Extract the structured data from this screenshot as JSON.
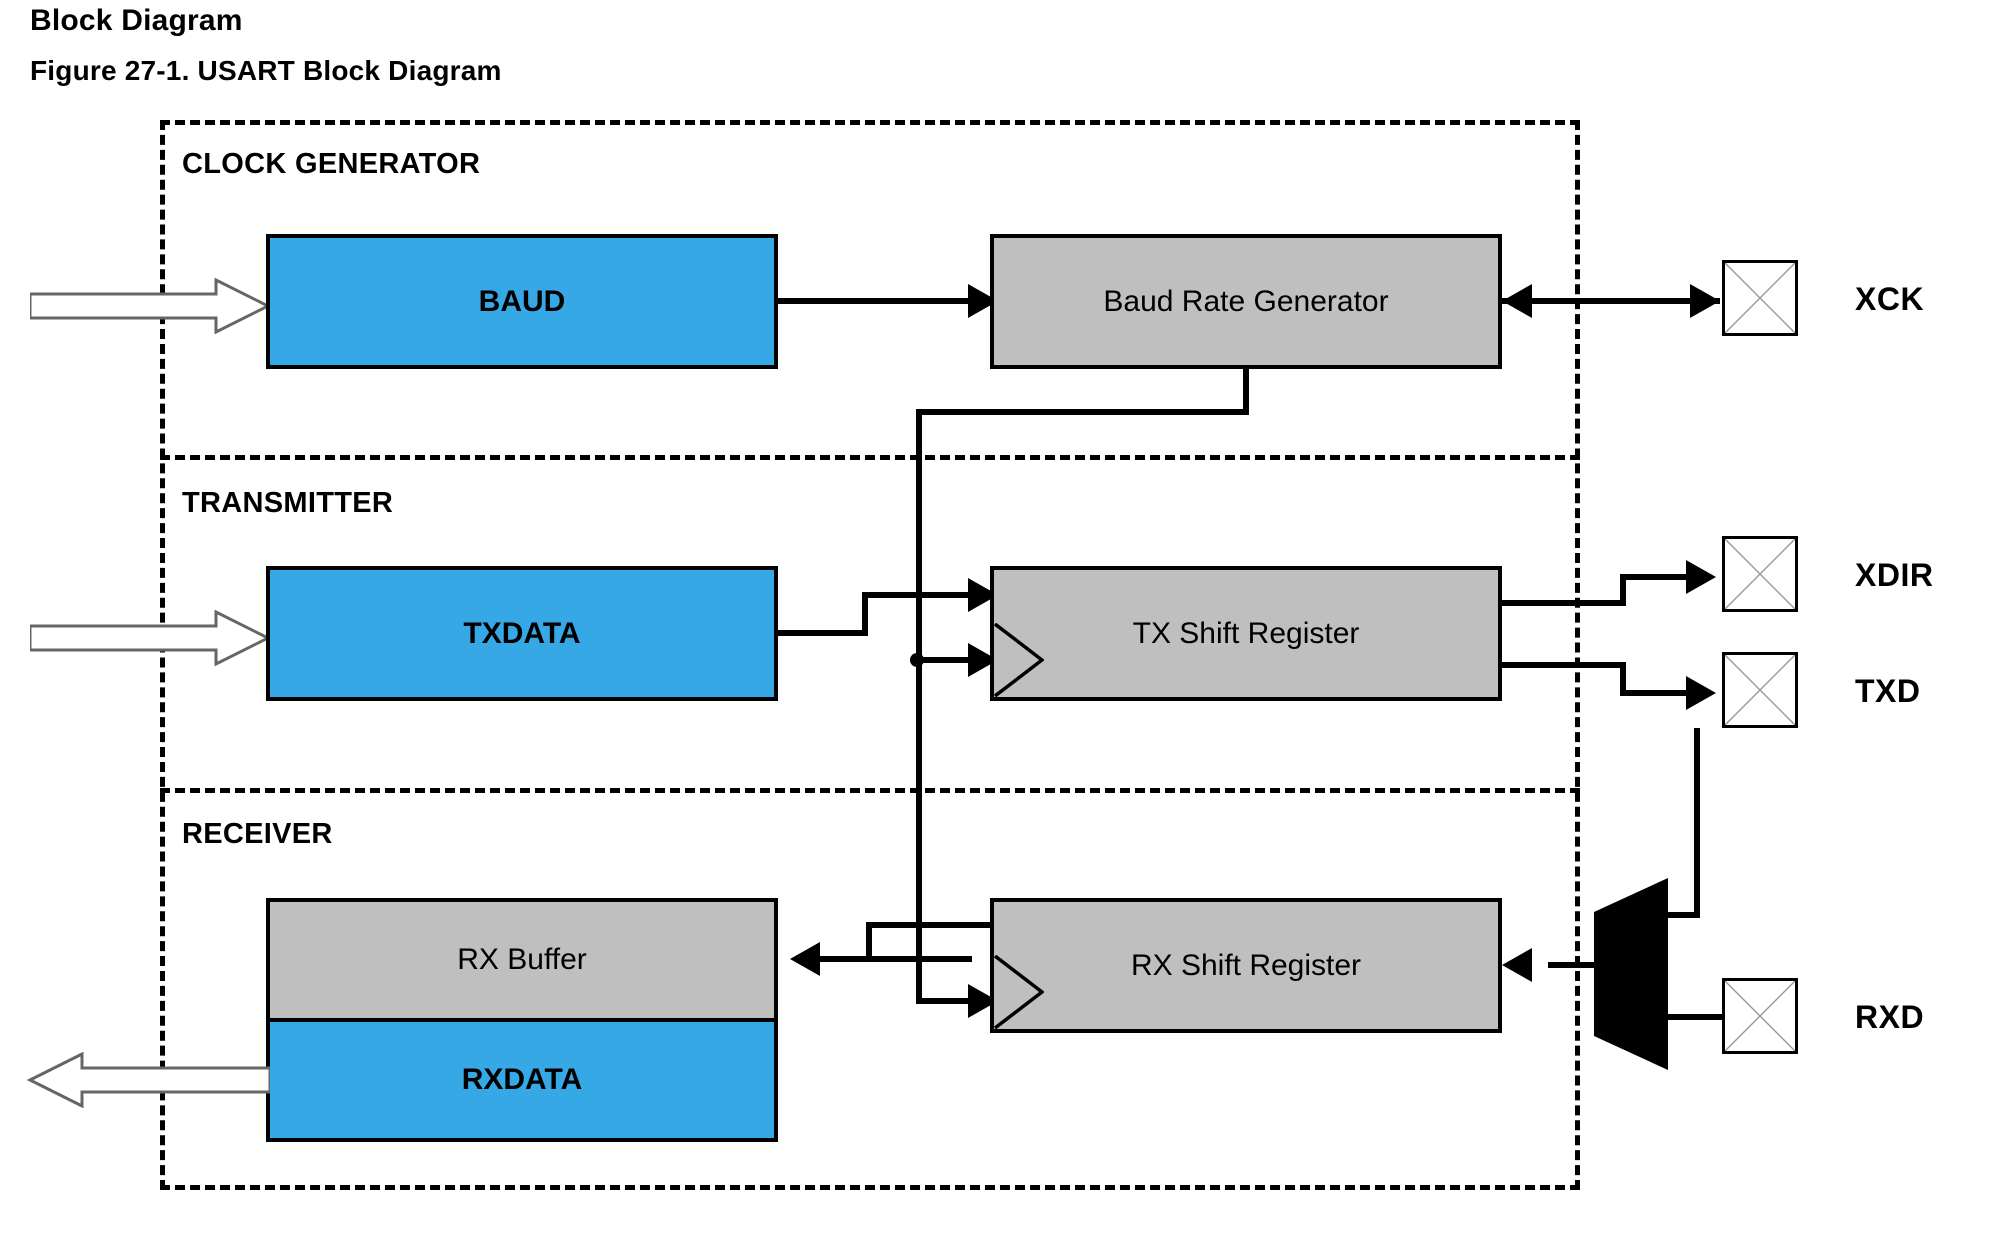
{
  "page": {
    "title": "Block Diagram",
    "caption": "Figure 27-1.  USART Block Diagram"
  },
  "colors": {
    "register_blue": "#35a8e5",
    "logic_gray": "#bfbfbf",
    "line_black": "#000000",
    "pin_white": "#ffffff",
    "pin_cross_gray": "#9a9a9a",
    "background": "#ffffff"
  },
  "sections": [
    {
      "id": "clock-generator",
      "label": "CLOCK GENERATOR"
    },
    {
      "id": "transmitter",
      "label": "TRANSMITTER"
    },
    {
      "id": "receiver",
      "label": "RECEIVER"
    }
  ],
  "blocks": [
    {
      "id": "baud",
      "label": "BAUD",
      "style": "blue",
      "section": "clock-generator"
    },
    {
      "id": "baud-rate-generator",
      "label": "Baud Rate Generator",
      "style": "gray",
      "section": "clock-generator"
    },
    {
      "id": "txdata",
      "label": "TXDATA",
      "style": "blue",
      "section": "transmitter"
    },
    {
      "id": "tx-shift-register",
      "label": "TX Shift Register",
      "style": "gray",
      "section": "transmitter"
    },
    {
      "id": "rx-buffer",
      "label": "RX Buffer",
      "style": "gray",
      "section": "receiver"
    },
    {
      "id": "rxdata",
      "label": "RXDATA",
      "style": "blue",
      "section": "receiver"
    },
    {
      "id": "rx-shift-register",
      "label": "RX Shift Register",
      "style": "gray",
      "section": "receiver"
    }
  ],
  "pins": [
    {
      "id": "xck",
      "label": "XCK",
      "direction": "bidirectional",
      "section": "clock-generator"
    },
    {
      "id": "xdir",
      "label": "XDIR",
      "direction": "output",
      "section": "transmitter"
    },
    {
      "id": "txd",
      "label": "TXD",
      "direction": "output",
      "section": "transmitter"
    },
    {
      "id": "rxd",
      "label": "RXD",
      "direction": "input",
      "section": "receiver"
    }
  ],
  "mux": {
    "id": "rx-input-mux",
    "label": ""
  },
  "bus_ports": [
    {
      "id": "baud-bus-in",
      "direction": "in",
      "target": "baud"
    },
    {
      "id": "txdata-bus-in",
      "direction": "in",
      "target": "txdata"
    },
    {
      "id": "rxdata-bus-out",
      "direction": "out",
      "target": "rxdata"
    }
  ]
}
